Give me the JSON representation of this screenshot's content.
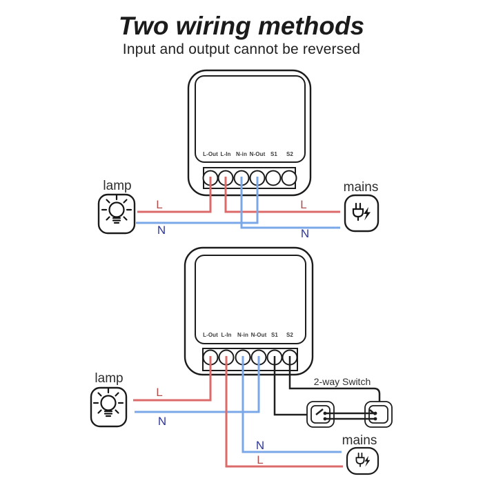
{
  "header": {
    "title": "Two wiring methods",
    "subtitle": "Input and output cannot be reversed"
  },
  "module": {
    "terminals": [
      "L-Out",
      "L-In",
      "N-in",
      "N-Out",
      "S1",
      "S2"
    ]
  },
  "labels": {
    "lamp": "lamp",
    "mains": "mains",
    "live": "L",
    "neutral": "N",
    "two_way_switch": "2-way Switch"
  },
  "colors": {
    "live_wire": "#dd6a6a",
    "neutral_wire": "#79a7e8",
    "switch_wire": "#1f1f1f",
    "live_label": "#b04c4c",
    "neutral_label": "#2f3699",
    "outline": "#1b1b1b"
  },
  "diagrams": [
    {
      "name": "method-1",
      "connections": [
        "L-Out to lamp L",
        "L-In to mains L",
        "N-in to mains N",
        "N-Out to lamp N"
      ]
    },
    {
      "name": "method-2",
      "connections": [
        "L-Out to lamp L",
        "L-In to mains L",
        "N-in to mains N",
        "N-Out to lamp N",
        "S1 to 2-way switch",
        "S2 to 2-way switch"
      ]
    }
  ]
}
